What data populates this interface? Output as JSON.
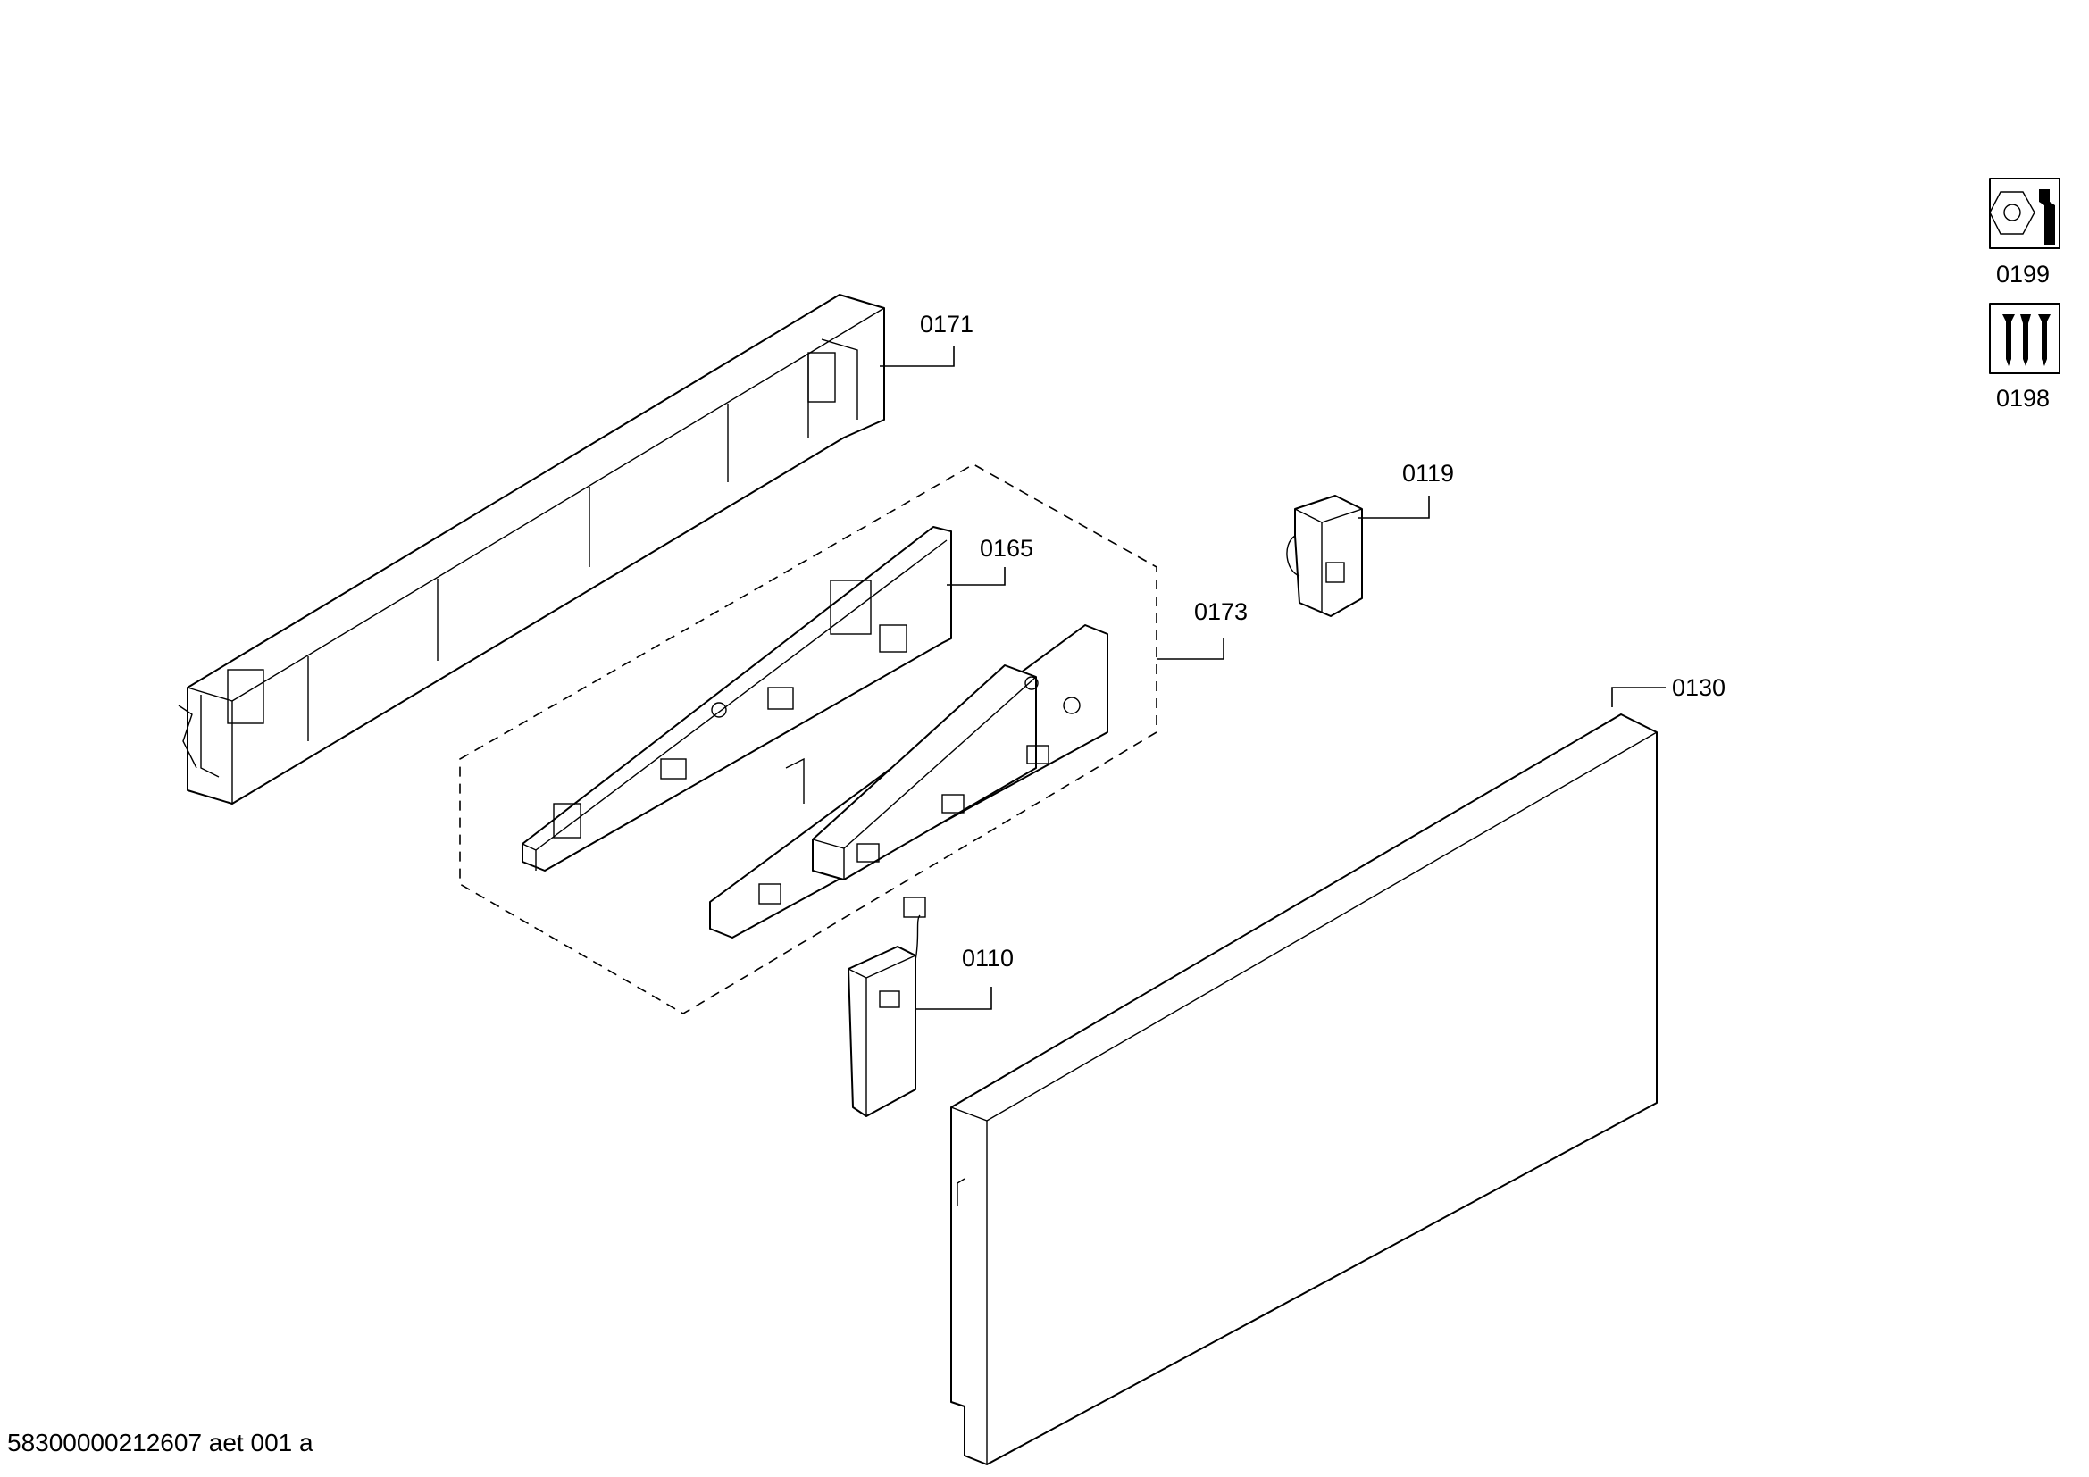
{
  "parts": {
    "p0171": "0171",
    "p0165": "0165",
    "p0173": "0173",
    "p0119": "0119",
    "p0130": "0130",
    "p0110": "0110",
    "p0199": "0199",
    "p0198": "0198"
  },
  "legend": {
    "icon_0199": "hardware-wrench-icon",
    "icon_0198": "screws-icon"
  },
  "document_id": "58300000212607 aet 001 a"
}
